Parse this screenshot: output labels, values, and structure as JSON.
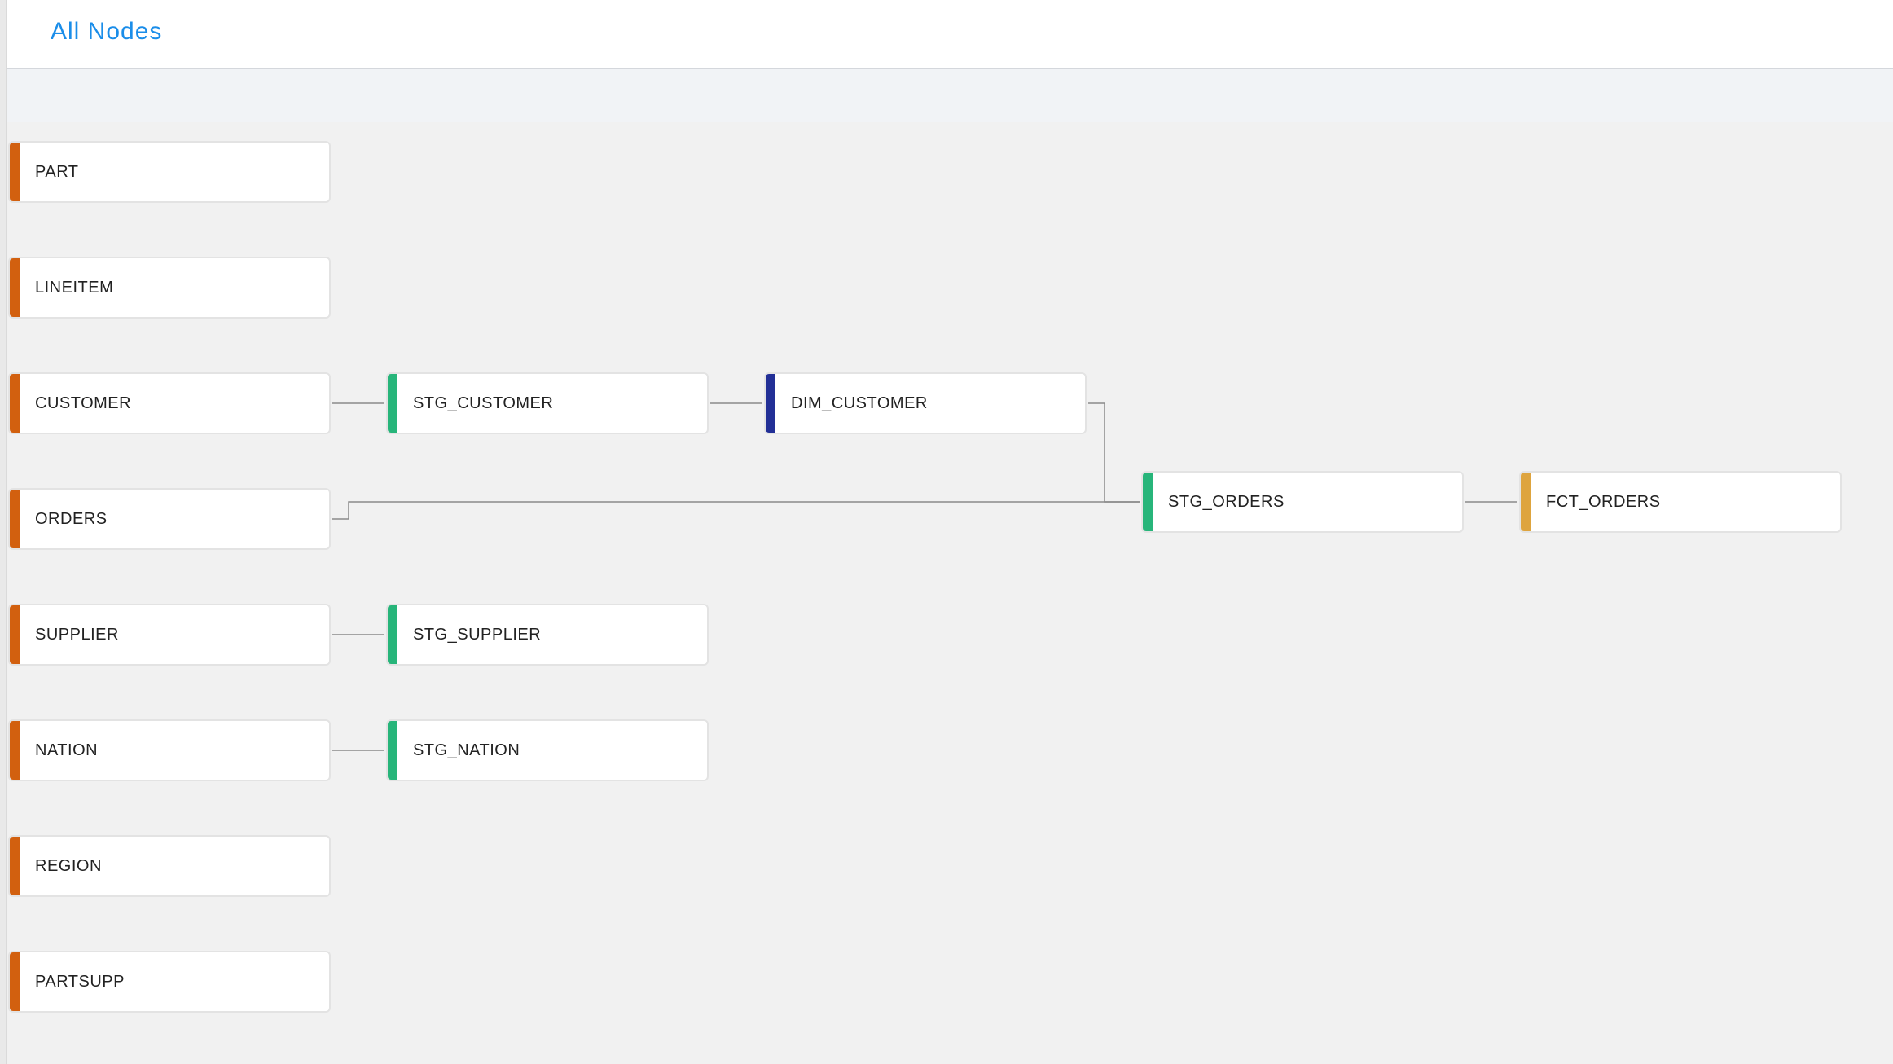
{
  "header": {
    "title": "All Nodes"
  },
  "colors": {
    "source": "#d2600f",
    "staging": "#27b57a",
    "dimension": "#222f96",
    "fact": "#dea43e",
    "edge": "#8a8a8a",
    "title": "#1a8de9"
  },
  "graph": {
    "nodes": [
      {
        "id": "part",
        "label": "PART",
        "kind": "source"
      },
      {
        "id": "lineitem",
        "label": "LINEITEM",
        "kind": "source"
      },
      {
        "id": "customer",
        "label": "CUSTOMER",
        "kind": "source"
      },
      {
        "id": "orders",
        "label": "ORDERS",
        "kind": "source"
      },
      {
        "id": "supplier",
        "label": "SUPPLIER",
        "kind": "source"
      },
      {
        "id": "nation",
        "label": "NATION",
        "kind": "source"
      },
      {
        "id": "region",
        "label": "REGION",
        "kind": "source"
      },
      {
        "id": "partsupp",
        "label": "PARTSUPP",
        "kind": "source"
      },
      {
        "id": "stg_customer",
        "label": "STG_CUSTOMER",
        "kind": "staging"
      },
      {
        "id": "stg_supplier",
        "label": "STG_SUPPLIER",
        "kind": "staging"
      },
      {
        "id": "stg_nation",
        "label": "STG_NATION",
        "kind": "staging"
      },
      {
        "id": "dim_customer",
        "label": "DIM_CUSTOMER",
        "kind": "dimension"
      },
      {
        "id": "stg_orders",
        "label": "STG_ORDERS",
        "kind": "staging"
      },
      {
        "id": "fct_orders",
        "label": "FCT_ORDERS",
        "kind": "fact"
      }
    ],
    "edges": [
      {
        "from": "customer",
        "to": "stg_customer"
      },
      {
        "from": "stg_customer",
        "to": "dim_customer"
      },
      {
        "from": "dim_customer",
        "to": "stg_orders"
      },
      {
        "from": "orders",
        "to": "stg_orders"
      },
      {
        "from": "stg_orders",
        "to": "fct_orders"
      },
      {
        "from": "supplier",
        "to": "stg_supplier"
      },
      {
        "from": "nation",
        "to": "stg_nation"
      }
    ]
  }
}
